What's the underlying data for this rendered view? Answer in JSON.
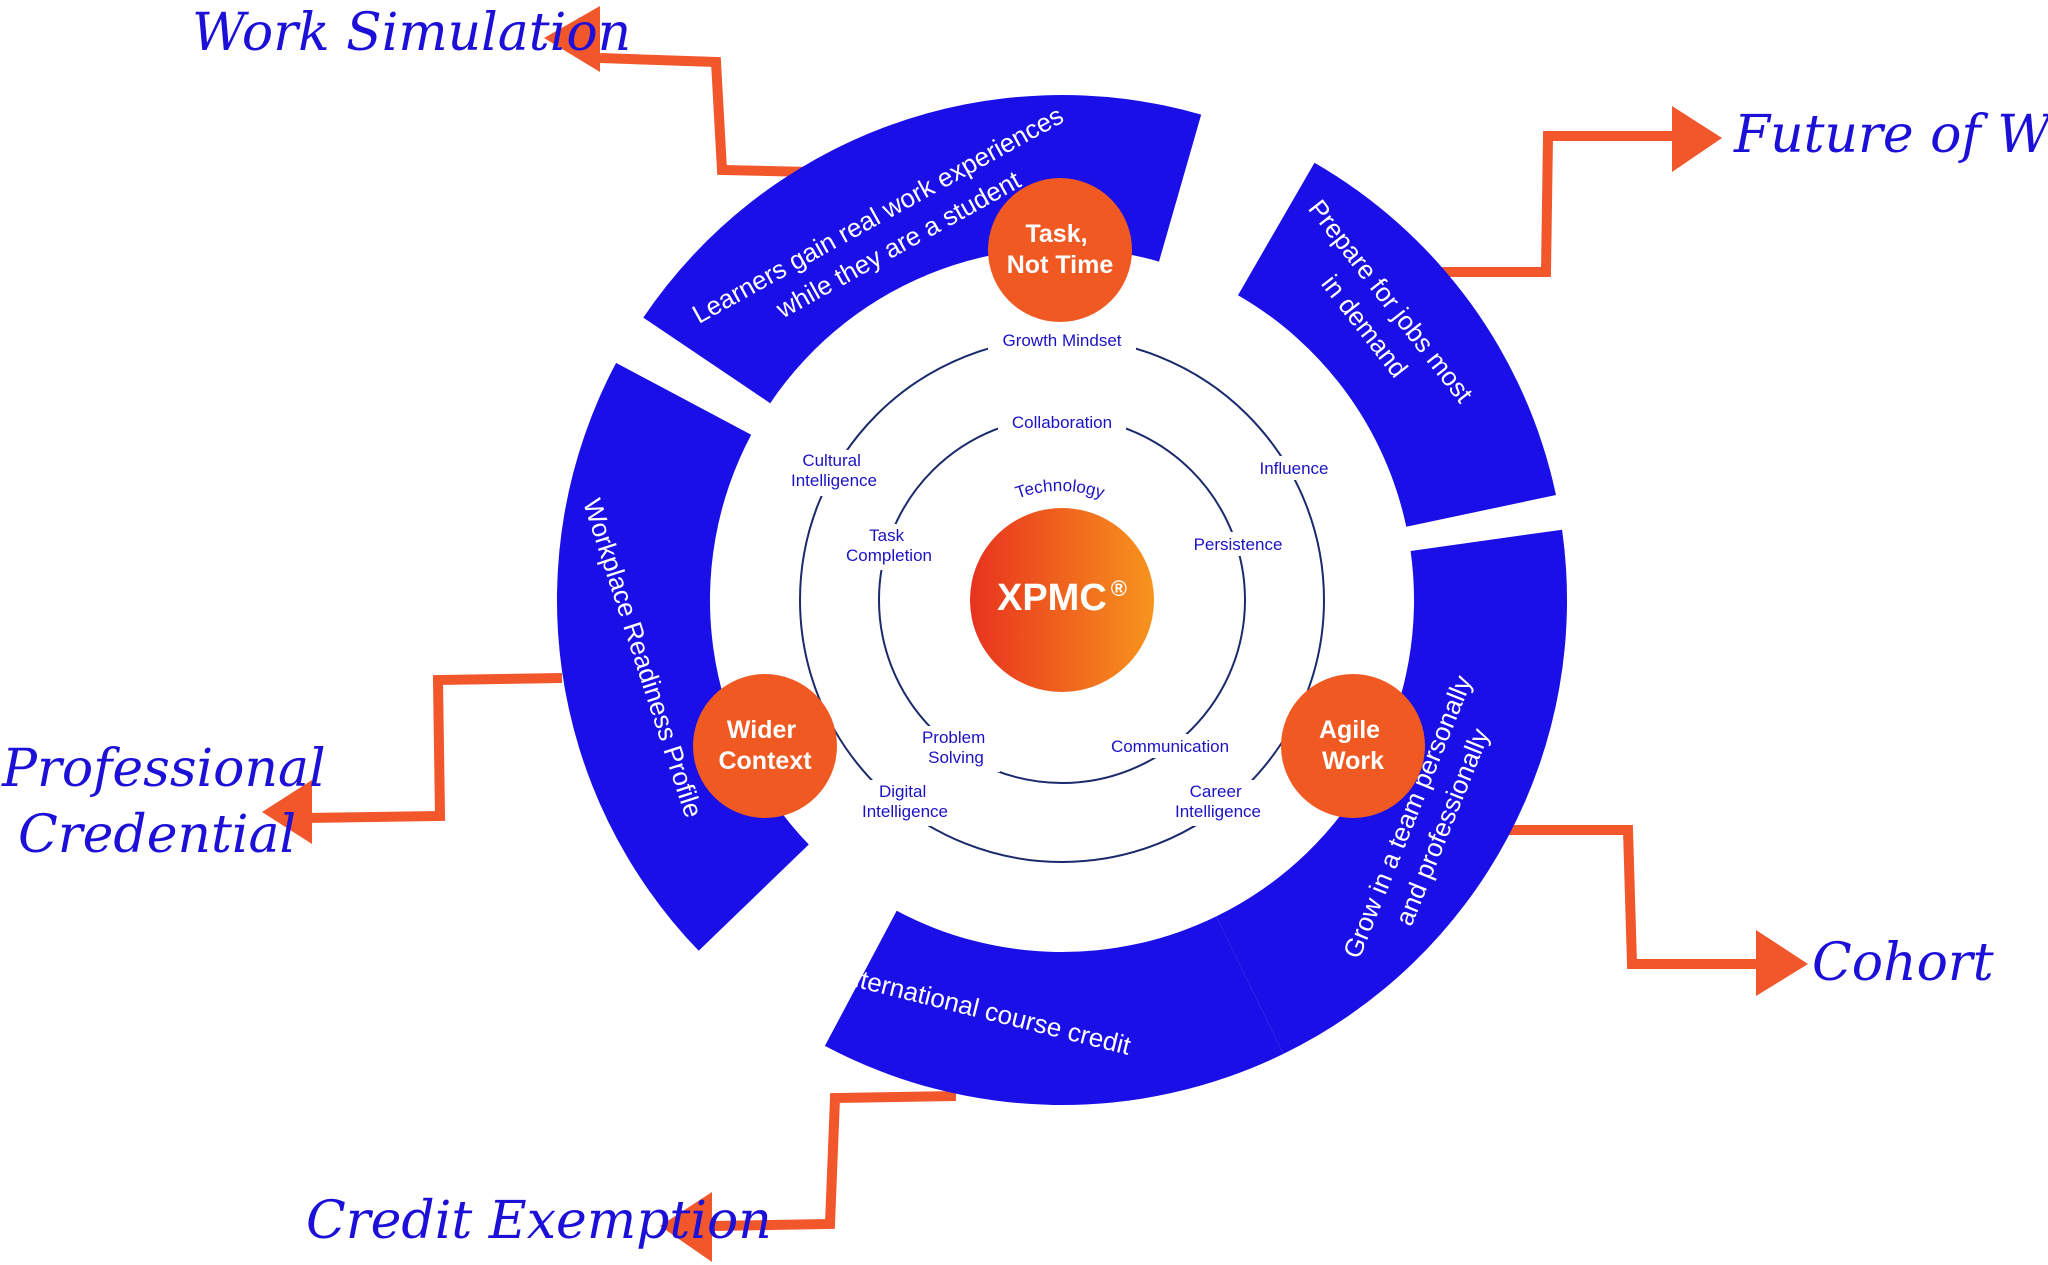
{
  "center": {
    "title": "XPMC",
    "mark": "®"
  },
  "inner_ring": [
    {
      "key": "technology",
      "label": "Technology"
    },
    {
      "key": "collaboration",
      "label": "Collaboration"
    },
    {
      "key": "persistence",
      "label": "Persistence"
    },
    {
      "key": "communication",
      "label": "Communication"
    },
    {
      "key": "problem_solving",
      "lines": [
        "Problem",
        "Solving"
      ]
    },
    {
      "key": "task_completion",
      "lines": [
        "Task",
        "Completion"
      ]
    }
  ],
  "outer_ring": [
    {
      "key": "growth_mindset",
      "label": "Growth Mindset"
    },
    {
      "key": "influence",
      "label": "Influence"
    },
    {
      "key": "career_intelligence",
      "lines": [
        "Career",
        "Intelligence"
      ]
    },
    {
      "key": "digital_intelligence",
      "lines": [
        "Digital",
        "Intelligence"
      ]
    },
    {
      "key": "cultural_intelligence",
      "lines": [
        "Cultural",
        "Intelligence"
      ]
    }
  ],
  "badges": [
    {
      "key": "task_not_time",
      "lines": [
        "Task,",
        "Not Time"
      ]
    },
    {
      "key": "agile_work",
      "lines": [
        "Agile",
        "Work"
      ]
    },
    {
      "key": "wider_context",
      "lines": [
        "Wider",
        "Context"
      ]
    }
  ],
  "bands": [
    {
      "key": "work_experience",
      "lines": [
        "Learners gain real work experiences",
        "while they are a student"
      ]
    },
    {
      "key": "jobs_in_demand",
      "lines": [
        "Prepare for jobs most",
        "in demand"
      ]
    },
    {
      "key": "grow_in_team",
      "lines": [
        "Grow in a team personally",
        "and professionally"
      ]
    },
    {
      "key": "course_credit",
      "lines": [
        "International course credit"
      ]
    },
    {
      "key": "readiness_profile",
      "lines": [
        "Workplace Readiness Profile"
      ]
    }
  ],
  "outcomes": [
    {
      "key": "work_simulation",
      "lines": [
        "Work Simulation"
      ]
    },
    {
      "key": "future_of_work",
      "lines": [
        "Future of Work"
      ]
    },
    {
      "key": "cohort",
      "lines": [
        "Cohort"
      ]
    },
    {
      "key": "credit_exemption",
      "lines": [
        "Credit Exemption"
      ]
    },
    {
      "key": "professional_credential",
      "lines": [
        "Professional",
        "Credential"
      ]
    }
  ],
  "colors": {
    "band_blue": "#1a0fe6",
    "label_blue": "#1b12c4",
    "script_blue": "#1c10d8",
    "ring_line": "#1a2a6c",
    "orange": "#f05a22",
    "arrow_orange": "#f2562b",
    "gradient_start": "#e8321f",
    "gradient_end": "#f7941d"
  }
}
